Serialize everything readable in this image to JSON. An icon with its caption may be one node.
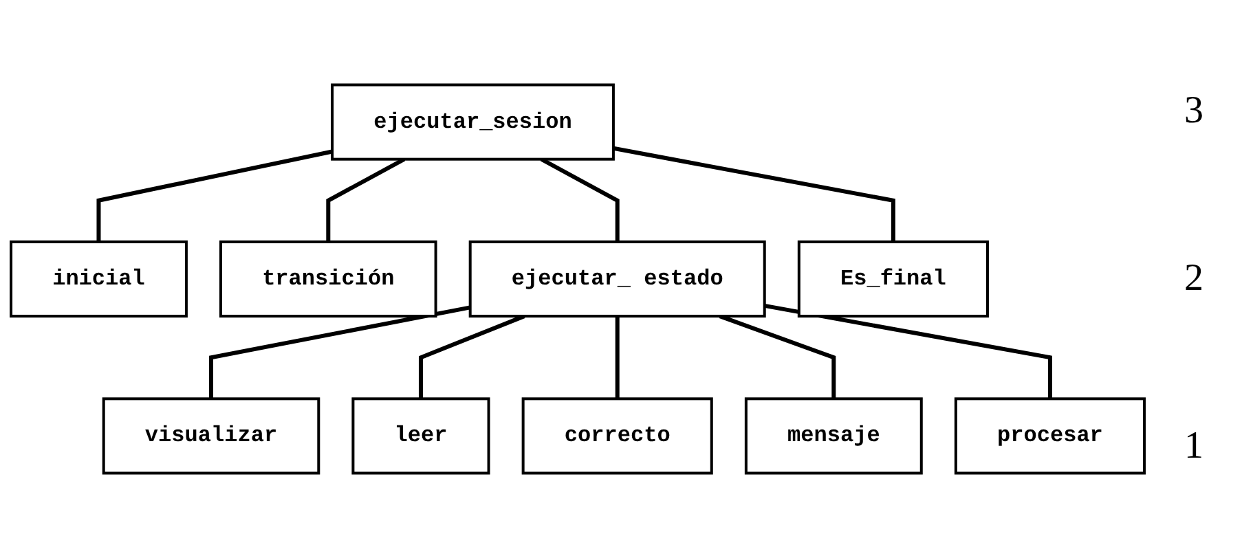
{
  "diagram": {
    "nodes": [
      {
        "text": [
          "ejecutar_sesion"
        ]
      },
      {
        "text": [
          "inicial"
        ]
      },
      {
        "text": [
          "transición"
        ]
      },
      {
        "text": [
          "ejecutar_ estado"
        ]
      },
      {
        "text": [
          "Es_final"
        ]
      },
      {
        "text": [
          "visualizar"
        ]
      },
      {
        "text": [
          "leer"
        ]
      },
      {
        "text": [
          "correcto"
        ]
      },
      {
        "text": [
          "mensaje"
        ]
      },
      {
        "text": [
          "procesar"
        ]
      }
    ],
    "edges": [
      {
        "from": 0,
        "to": 1,
        "arrow": "none"
      },
      {
        "from": 0,
        "to": 2,
        "arrow": "none"
      },
      {
        "from": 0,
        "to": 3,
        "arrow": "none"
      },
      {
        "from": 0,
        "to": 4,
        "arrow": "none"
      },
      {
        "from": 3,
        "to": 5,
        "arrow": "none"
      },
      {
        "from": 3,
        "to": 6,
        "arrow": "none"
      },
      {
        "from": 3,
        "to": 7,
        "arrow": "none"
      },
      {
        "from": 3,
        "to": 8,
        "arrow": "none"
      },
      {
        "from": 3,
        "to": 9,
        "arrow": "none"
      }
    ],
    "labels": [
      "3",
      "2",
      "1"
    ]
  }
}
